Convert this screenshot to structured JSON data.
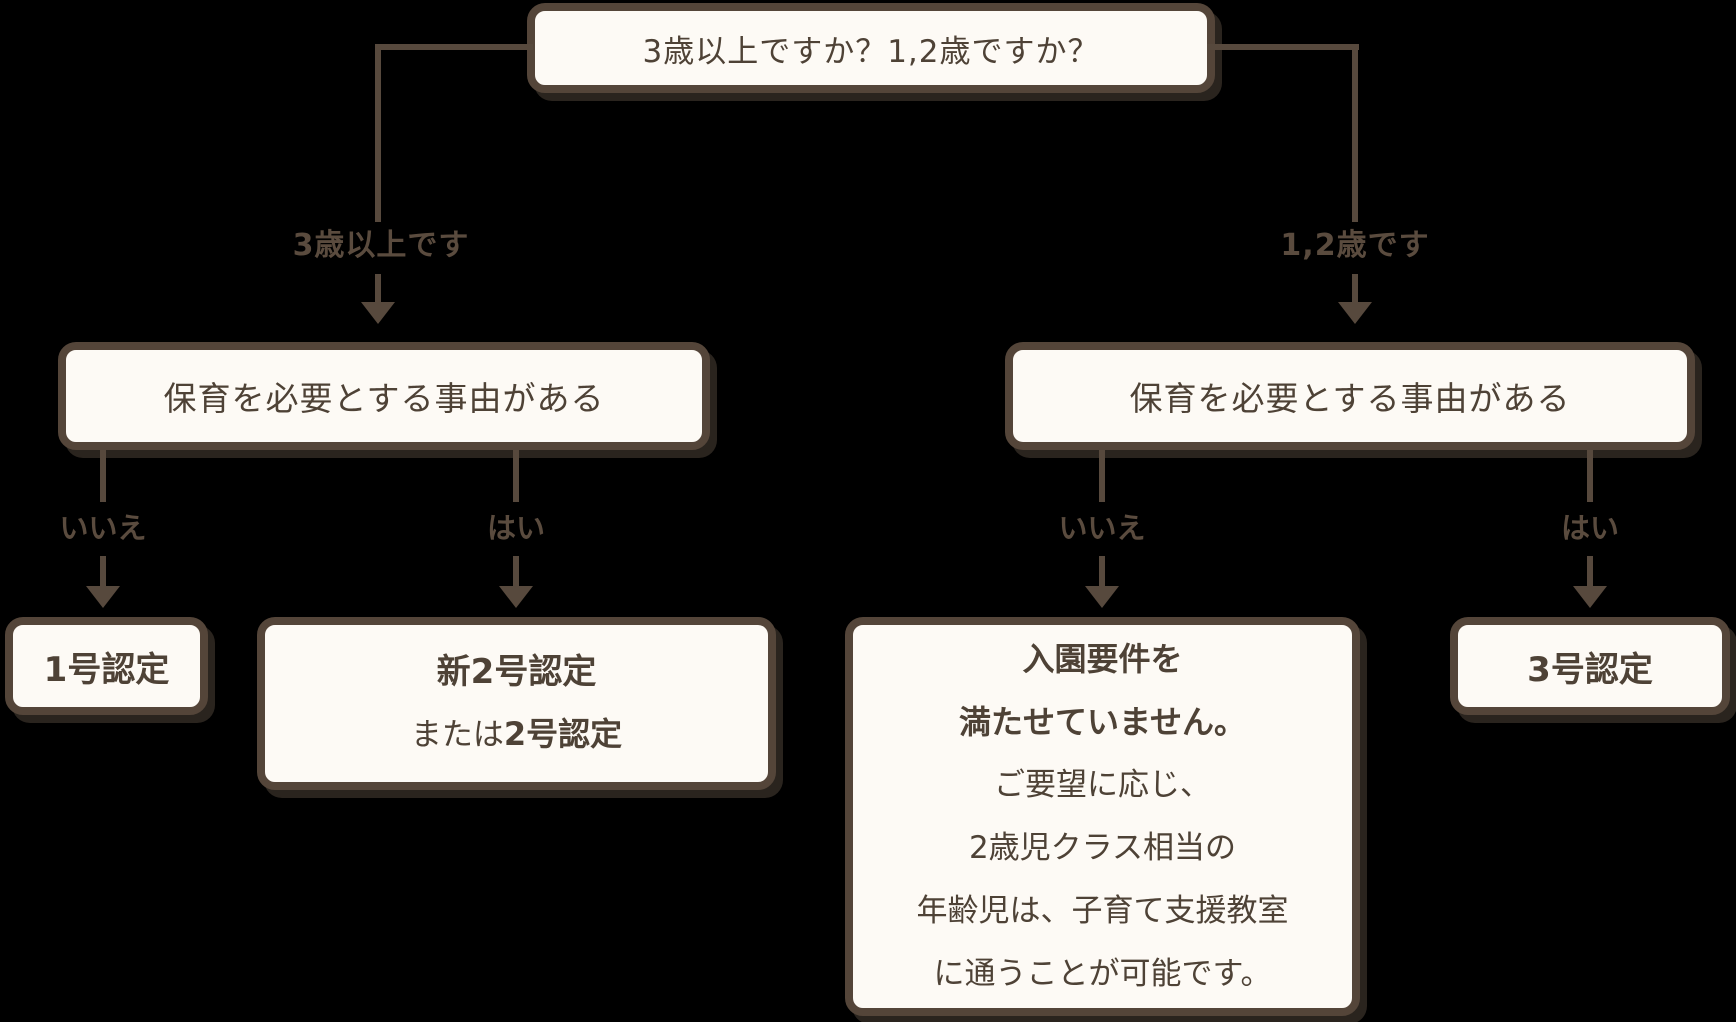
{
  "root_question": "3歳以上ですか？1,2歳ですか？",
  "left_branch": {
    "age_label": "3歳以上です",
    "question": "保育を必要とする事由がある",
    "no_label": "いいえ",
    "yes_label": "はい",
    "no_result": "1号認定",
    "yes_result": {
      "line1": "新2号認定",
      "line2_prefix": "または",
      "line2_bold": "2号認定"
    }
  },
  "right_branch": {
    "age_label": "1,2歳です",
    "question": "保育を必要とする事由がある",
    "no_label": "いいえ",
    "yes_label": "はい",
    "no_result": {
      "bold_lines": [
        "入園要件を",
        "満たせていません。"
      ],
      "normal_lines": [
        "ご要望に応じ、",
        "2歳児クラス相当の",
        "年齢児は、子育て支援教室",
        "に通うことが可能です。"
      ]
    },
    "yes_result": "3号認定"
  },
  "colors": {
    "background": "#000000",
    "box_fill": "#fdfaf5",
    "box_border": "#544539",
    "line": "#57493d",
    "text": "#4e4236",
    "label_text": "#5a4b3e"
  }
}
